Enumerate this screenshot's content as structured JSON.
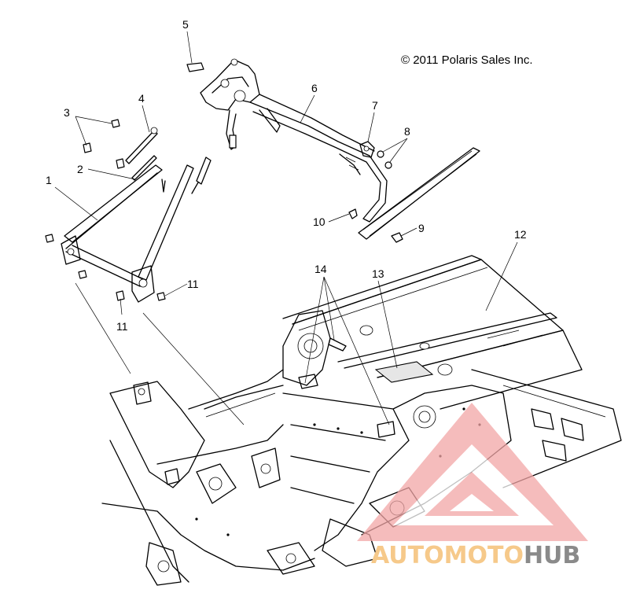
{
  "copyright": "© 2011 Polaris Sales Inc.",
  "callouts": [
    {
      "id": "c1",
      "label": "1"
    },
    {
      "id": "c2",
      "label": "2"
    },
    {
      "id": "c3",
      "label": "3"
    },
    {
      "id": "c4",
      "label": "4"
    },
    {
      "id": "c5",
      "label": "5"
    },
    {
      "id": "c6",
      "label": "6"
    },
    {
      "id": "c7",
      "label": "7"
    },
    {
      "id": "c8",
      "label": "8"
    },
    {
      "id": "c9",
      "label": "9"
    },
    {
      "id": "c10",
      "label": "10"
    },
    {
      "id": "c11a",
      "label": "11"
    },
    {
      "id": "c11b",
      "label": "11"
    },
    {
      "id": "c12",
      "label": "12"
    },
    {
      "id": "c13",
      "label": "13"
    },
    {
      "id": "c14",
      "label": "14"
    }
  ],
  "watermark": {
    "part1": "AUTOMOTO",
    "part2": "HUB",
    "color_primary": "#f2a6a6",
    "color_secondary": "#f6c98a",
    "color_dark": "#8a8a8a"
  }
}
